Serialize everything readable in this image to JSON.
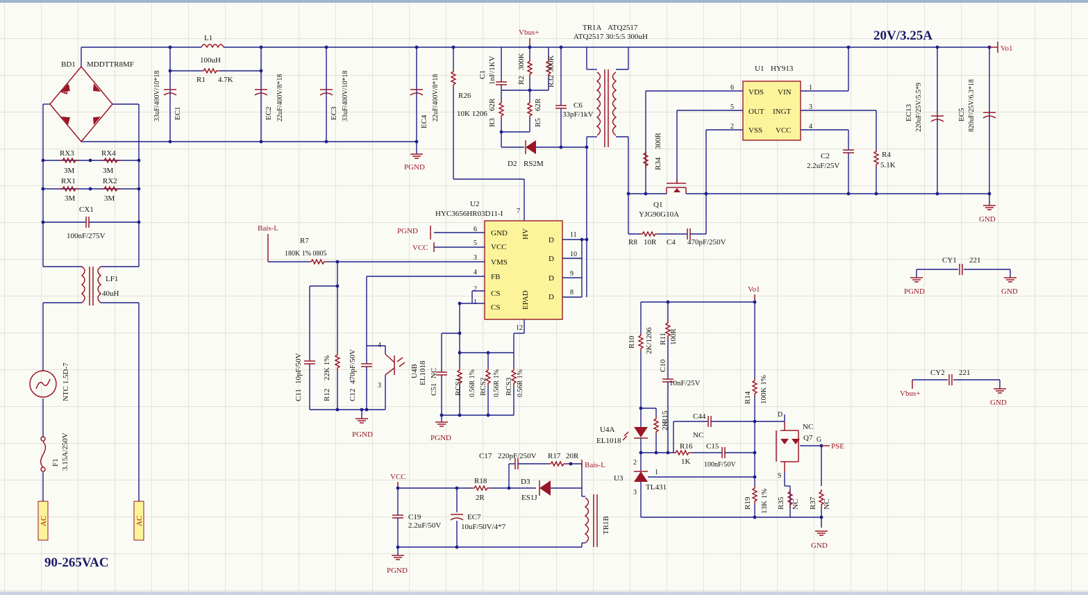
{
  "schematic": {
    "title_output": "20V/3.25A",
    "title_input": "90-265VAC",
    "nets": {
      "vbus": "Vbus+",
      "vo1": "Vo1",
      "gnd": "GND",
      "pgnd": "PGND",
      "vcc": "VCC",
      "bais": "Bais-L",
      "pse": "PSE",
      "ac": "AC"
    },
    "refs": {
      "BD1": "BD1",
      "BD1_part": "MDDTTR8MF",
      "L1": "L1",
      "L1_val": "100uH",
      "R1": "R1",
      "R1_val": "4.7K",
      "EC1": "EC1",
      "EC1_val": "33uF/400V/10*18",
      "EC2": "EC2",
      "EC2_val": "22uF/400V/8*18",
      "EC3": "EC3",
      "EC3_val": "33uF/400V/10*18",
      "EC4": "EC4",
      "EC4_val": "22uF/400V/8*18",
      "R26": "R26",
      "R26_val": "10K 1206",
      "C1": "C1",
      "C1_val": "1nF/1KV",
      "R2": "R2",
      "R2_val": "300K",
      "R32": "R32",
      "R32_val": "300K",
      "R3": "R3",
      "R3_val": "62R",
      "R5": "R5",
      "R5_val": "62R",
      "C6": "C6",
      "C6_val": "33pF/1kV",
      "D2": "D2",
      "D2_part": "RS2M",
      "TR1A": "TR1A",
      "TR1_part": "ATQ2517",
      "TR1_spec": "ATQ2517 30:5:5  300uH",
      "U1": "U1",
      "U1_part": "HY913",
      "U1_VDS": "VDS",
      "U1_OUT": "OUT",
      "U1_VSS": "VSS",
      "U1_VIN": "VIN",
      "U1_INGT": "INGT",
      "U1_VCC": "VCC",
      "R34": "R34",
      "R34_val": "300R",
      "Q1": "Q1",
      "Q1_part": "YJG90G10A",
      "R8": "R8",
      "R8_val": "10R",
      "C4": "C4",
      "C4_val": "470pF/250V",
      "C2": "C2",
      "C2_val": "2.2uF/25V",
      "R4": "R4",
      "R4_val": "5.1K",
      "EC13": "EC13",
      "EC13_val": "220uF/25V/5.5*9",
      "EC5": "EC5",
      "EC5_val": "820uF/25V/6.3*18",
      "RX3": "RX3",
      "RX4": "RX4",
      "RX1": "RX1",
      "RX2": "RX2",
      "RX_val": "3M",
      "CX1": "CX1",
      "CX1_val": "100nF/275V",
      "LF1": "LF1",
      "LF1_val": "40uH",
      "NTC": "NTC 1.5D-7",
      "F1": "F1",
      "F1_val": "3.15A/250V",
      "U2": "U2",
      "U2_part": "HYC3656HR03D11-I",
      "U2_GND": "GND",
      "U2_VCC": "VCC",
      "U2_VMS": "VMS",
      "U2_FB": "FB",
      "U2_CS": "CS",
      "U2_HV": "HV",
      "U2_D": "D",
      "U2_EPAD": "EPAD",
      "R7": "R7",
      "R7_val": "180K 1% 0805",
      "C11": "C11",
      "C11_val": "10pF/50V",
      "R12": "R12",
      "R12_val": "22K 1%",
      "C12": "C12",
      "C12_val": "470pF/50V",
      "U4B": "U4B",
      "U4_part": "EL1018",
      "C51": "C51",
      "NC": "NC",
      "RCS1": "RCS1",
      "RCS2": "RCS2",
      "RCS3": "RCS3",
      "RCS_val": "0.56R 1%",
      "CY1": "CY1",
      "CY2": "CY2",
      "CY_val": "221",
      "R10": "R10",
      "R10_val": "2K/1206",
      "R11": "R11",
      "R11_val": "100R",
      "C10": "C10",
      "C10_val": "10nF/25V",
      "R15": "R15",
      "R15_val": "2K",
      "C44": "C44",
      "U4A": "U4A",
      "R16": "R16",
      "R16_val": "1K",
      "C15": "C15",
      "C15_val": "100nF/50V",
      "U3": "U3",
      "U3_part": "TL431",
      "R14": "R14",
      "R14_val": "100K 1%",
      "Q7": "Q7",
      "R19": "R19",
      "R19_val": "13K 1%",
      "R35": "R35",
      "R37": "R37",
      "C17": "C17",
      "C17_val": "220pF/250V",
      "R17": "R17",
      "R17_val": "20R",
      "R18": "R18",
      "R18_val": "2R",
      "D3": "D3",
      "D3_part": "ES1J",
      "C19": "C19",
      "C19_val": "2.2uF/50V",
      "EC7": "EC7",
      "EC7_val": "10uF/50V/4*7",
      "TR1B": "TR1B",
      "pin_G": "G",
      "pin_S": "S"
    },
    "pins": {
      "p1": "1",
      "p2": "2",
      "p3": "3",
      "p4": "4",
      "p5": "5",
      "p6": "6",
      "p7": "7",
      "p8": "8",
      "p9": "9",
      "p10": "10",
      "p11": "11",
      "p12": "12"
    }
  }
}
